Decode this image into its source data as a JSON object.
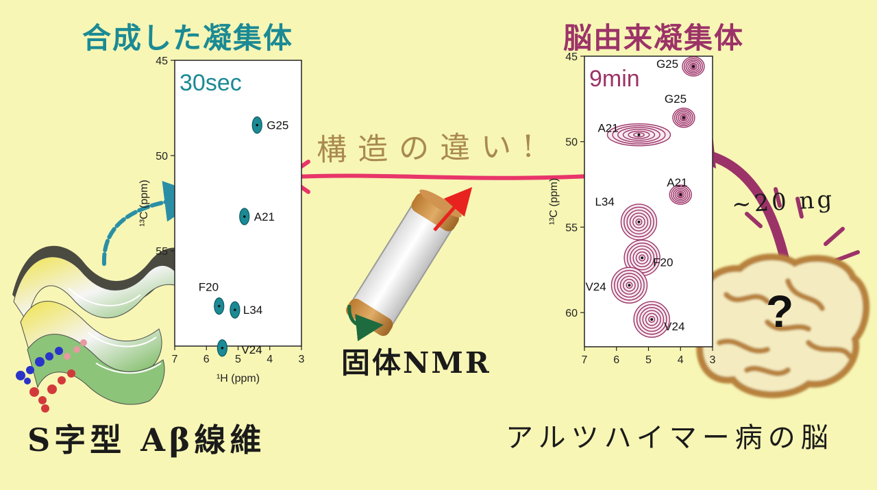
{
  "colors": {
    "background": "#f7f6b5",
    "synthetic": "#1b8a94",
    "brain_derived": "#9c3368",
    "arrow_pink": "#e8356a",
    "brain_brown": "#b8823c"
  },
  "titles": {
    "left": "合成した凝集体",
    "right": "脳由来凝集体"
  },
  "captions": {
    "fibril": "S字型 Aβ線維",
    "brain": "アルツハイマー病の脳",
    "method": "固体NMR",
    "difference": "構造の違い!",
    "amount": "~20 ng",
    "question": "?"
  },
  "icons": [
    "fibril-structure-icon",
    "nmr-rotor-icon",
    "brain-icon",
    "curved-arrow-icon",
    "double-arrow-icon"
  ],
  "chart_data": [
    {
      "type": "scatter",
      "panel_label": "30sec",
      "xlabel": "¹H (ppm)",
      "ylabel": "¹³C (ppm)",
      "xlim": [
        7,
        3
      ],
      "ylim": [
        45,
        60
      ],
      "x_ticks": [
        7,
        6,
        5,
        4,
        3
      ],
      "y_ticks": [
        45,
        50,
        55
      ],
      "series": [
        {
          "color": "#1b8a94",
          "points": [
            {
              "label": "G25",
              "x": 4.4,
              "y": 48.4
            },
            {
              "label": "A21",
              "x": 4.8,
              "y": 53.2
            },
            {
              "label": "F20",
              "x": 5.6,
              "y": 57.9
            },
            {
              "label": "L34",
              "x": 5.1,
              "y": 58.1
            },
            {
              "label": "V24",
              "x": 5.5,
              "y": 60.1
            }
          ]
        }
      ]
    },
    {
      "type": "scatter",
      "panel_label": "9min",
      "xlabel": "",
      "ylabel": "¹³C (ppm)",
      "xlim": [
        7,
        3
      ],
      "ylim": [
        45,
        62
      ],
      "x_ticks": [
        7,
        6,
        5,
        4,
        3
      ],
      "y_ticks": [
        45,
        50,
        55,
        60
      ],
      "series": [
        {
          "color": "#9c3368",
          "points": [
            {
              "label": "G25",
              "x": 3.6,
              "y": 45.6
            },
            {
              "label": "G25",
              "x": 3.9,
              "y": 48.6
            },
            {
              "label": "A21",
              "x": 5.3,
              "y": 49.6
            },
            {
              "label": "A21",
              "x": 4.0,
              "y": 53.1
            },
            {
              "label": "L34",
              "x": 5.3,
              "y": 54.7
            },
            {
              "label": "F20",
              "x": 5.2,
              "y": 56.8
            },
            {
              "label": "V24",
              "x": 5.6,
              "y": 58.4
            },
            {
              "label": "V24",
              "x": 4.9,
              "y": 60.4
            }
          ]
        }
      ]
    }
  ]
}
